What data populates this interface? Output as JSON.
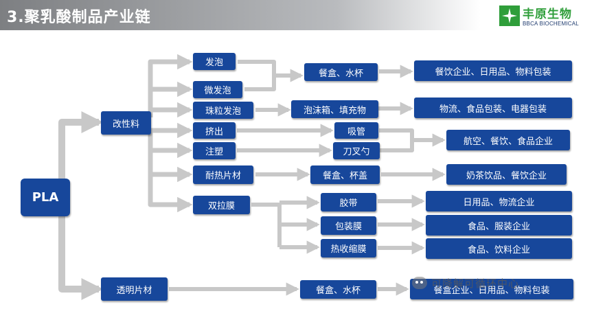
{
  "header": {
    "title": "3.聚乳酸制品产业链",
    "logo_cn": "丰原生物",
    "logo_en": "BBCA BIOCHEMICAL"
  },
  "nodes": {
    "pla": "PLA",
    "modified": "改性料",
    "transparent_sheet": "透明片材",
    "foaming": "发泡",
    "micro_foaming": "微发泡",
    "bead_foaming": "珠粒发泡",
    "extrusion": "挤出",
    "injection": "注塑",
    "heat_resistant_sheet": "耐热片材",
    "biaxial_film": "双拉膜",
    "box_cup_1": "餐盒、水杯",
    "foam_box": "泡沫箱、填充物",
    "straw": "吸管",
    "cutlery": "刀叉勺",
    "box_lid": "餐盒、杯盖",
    "tape": "胶带",
    "packaging_film": "包装膜",
    "shrink_film": "热收缩膜",
    "box_cup_2": "餐盒、水杯",
    "use_catering_daily": "餐饮企业、日用品、物料包装",
    "use_logistics": "物流、食品包装、电器包装",
    "use_aviation": "航空、餐饮、食品企业",
    "use_milk_tea": "奶茶饮品、餐饮企业",
    "use_daily_logistics": "日用品、物流企业",
    "use_food_clothing": "食品、服装企业",
    "use_food_beverage": "食品、饮料企业",
    "use_final": "餐盒企业、日用品、物料包装"
  },
  "watermark": "可降解可循环中心",
  "colors": {
    "box": "#17479b",
    "arrow": "#c8c8c8",
    "title_bar": "#8c8e91",
    "logo_green": "#2f9e3a"
  }
}
